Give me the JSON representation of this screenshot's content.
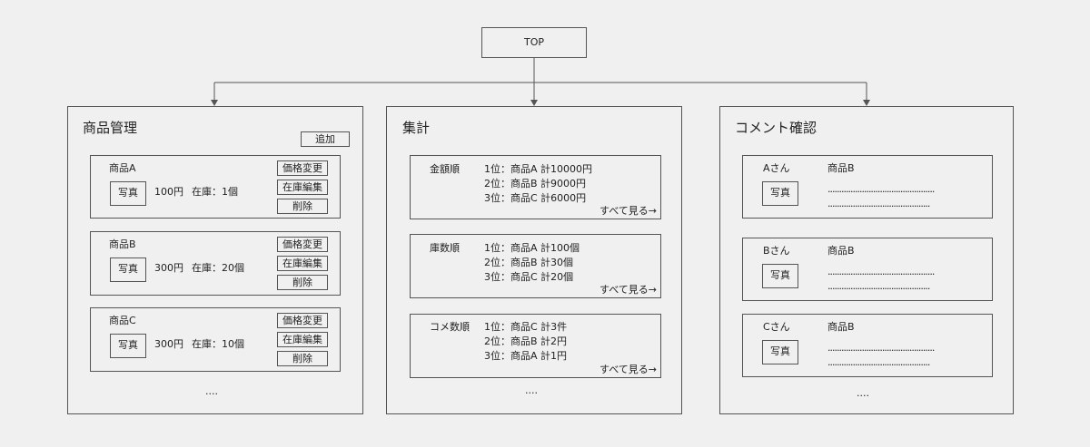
{
  "top": {
    "label": "TOP"
  },
  "product_panel": {
    "title": "商品管理",
    "add_label": "追加",
    "items": [
      {
        "name": "商品A",
        "photo": "写真",
        "price": "100円",
        "stock": "在庫：1個",
        "btn_price": "価格変更",
        "btn_stock": "在庫編集",
        "btn_delete": "削除"
      },
      {
        "name": "商品B",
        "photo": "写真",
        "price": "300円",
        "stock": "在庫：20個",
        "btn_price": "価格変更",
        "btn_stock": "在庫編集",
        "btn_delete": "削除"
      },
      {
        "name": "商品C",
        "photo": "写真",
        "price": "300円",
        "stock": "在庫：10個",
        "btn_price": "価格変更",
        "btn_stock": "在庫編集",
        "btn_delete": "削除"
      }
    ],
    "more": "...."
  },
  "summary_panel": {
    "title": "集計",
    "sections": [
      {
        "label": "金額順",
        "rows": [
          "1位：商品A 計10000円",
          "2位：商品B 計9000円",
          "3位：商品C 計6000円"
        ],
        "see_all": "すべて見る→"
      },
      {
        "label": "庫数順",
        "rows": [
          "1位：商品A 計100個",
          "2位：商品B 計30個",
          "3位：商品C 計20個"
        ],
        "see_all": "すべて見る→"
      },
      {
        "label": "コメ数順",
        "rows": [
          "1位：商品C 計3件",
          "2位：商品B 計2円",
          "3位：商品A 計1円"
        ],
        "see_all": "すべて見る→"
      }
    ],
    "more": "...."
  },
  "comment_panel": {
    "title": "コメント確認",
    "items": [
      {
        "user": "Aさん",
        "product": "商品B",
        "photo": "写真",
        "line1": "...............................................",
        "line2": "............................................."
      },
      {
        "user": "Bさん",
        "product": "商品B",
        "photo": "写真",
        "line1": "...............................................",
        "line2": "............................................."
      },
      {
        "user": "Cさん",
        "product": "商品B",
        "photo": "写真",
        "line1": "...............................................",
        "line2": "............................................."
      }
    ],
    "more": "...."
  }
}
